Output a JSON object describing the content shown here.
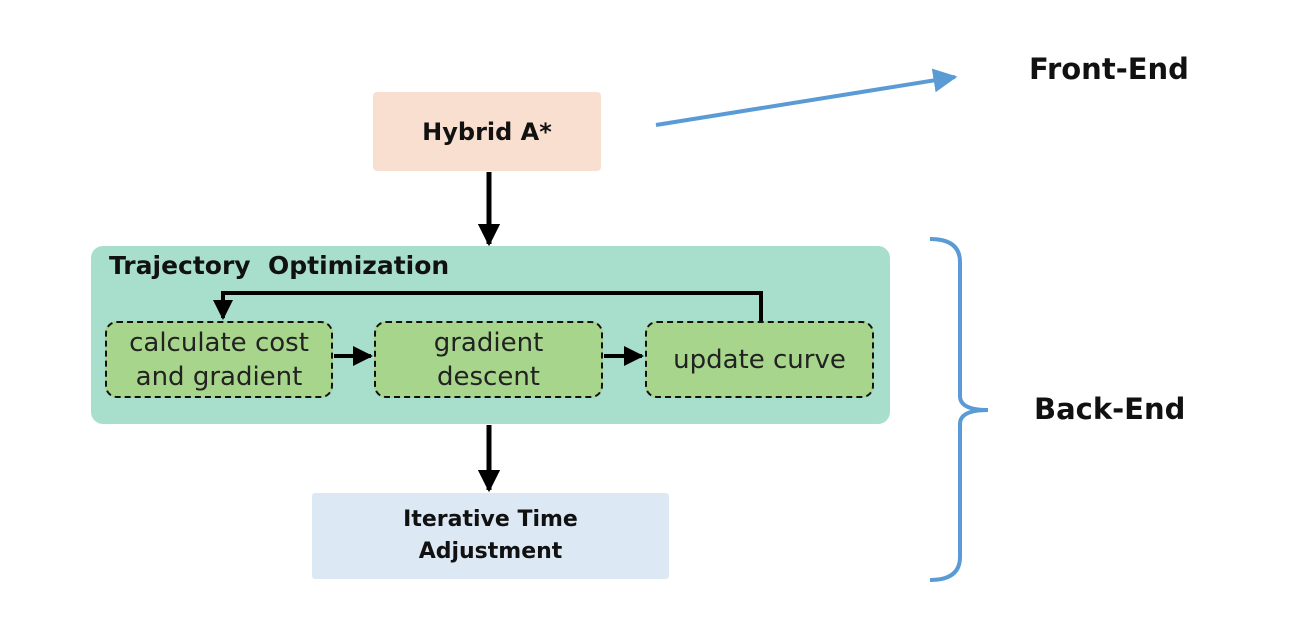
{
  "front_end_label": "Front-End",
  "back_end_label": "Back-End",
  "hybrid_box": {
    "label": "Hybrid A*"
  },
  "trajectory": {
    "title": "Trajectory  Optimization",
    "steps": [
      {
        "lines": [
          "calculate cost",
          "and gradient"
        ]
      },
      {
        "lines": [
          "gradient",
          "descent"
        ]
      },
      {
        "lines": [
          "update curve"
        ]
      }
    ]
  },
  "iterative_box": {
    "lines": [
      "Iterative Time",
      "Adjustment"
    ]
  },
  "colors": {
    "hybrid_fill": "#f9dfd0",
    "trajectory_fill": "#a8dfcc",
    "step_fill": "#a6d58b",
    "iterative_fill": "#dce8f4",
    "accent_blue": "#5b9bd5",
    "arrow_black": "#000000"
  }
}
